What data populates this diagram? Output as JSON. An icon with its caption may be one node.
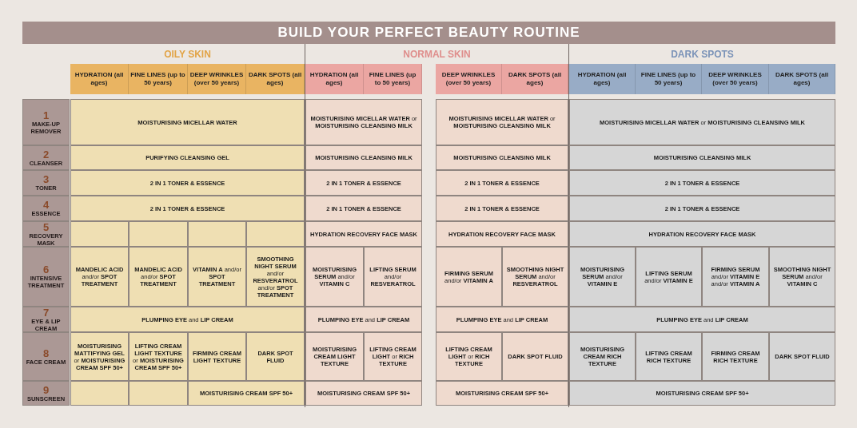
{
  "diagram": {
    "title": "BUILD YOUR PERFECT BEAUTY ROUTINE",
    "labels": [
      "OILY SKIN",
      "NORMAL SKIN",
      "DARK SPOTS",
      "HYDRATION (all ages)",
      "FINE LINES (up to 50 years)",
      "DEEP WRINKLES (over 50 years)",
      "DARK SPOTS (all ages)",
      "HYDRATION (all ages)",
      "FINE LINES (up to 50 years)",
      "DEEP WRINKLES (over 50 years)",
      "DARK SPOTS (all ages)",
      "HYDRATION (all ages)",
      "FINE LINES (up to 50 years)",
      "DEEP WRINKLES (over 50 years)",
      "DARK SPOTS (all ages)",
      "1",
      "MAKE-UP REMOVER",
      "MOISTURISING MICELLAR WATER",
      "**MOISTURISING MICELLAR WATER** or **MOISTURISING CLEANSING MILK**",
      "**MOISTURISING MICELLAR WATER** or **MOISTURISING CLEANSING MILK**",
      "**MOISTURISING MICELLAR WATER** or **MOISTURISING CLEANSING MILK**",
      "2",
      "CLEANSER",
      "PURIFYING CLEANSING GEL",
      "MOISTURISING CLEANSING MILK",
      "MOISTURISING CLEANSING MILK",
      "MOISTURISING CLEANSING MILK",
      "3",
      "TONER",
      "2 IN 1 TONER & ESSENCE",
      "2 IN 1 TONER & ESSENCE",
      "2 IN 1 TONER & ESSENCE",
      "2 IN 1 TONER & ESSENCE",
      "4",
      "ESSENCE",
      "2 IN 1 TONER & ESSENCE",
      "2 IN 1 TONER & ESSENCE",
      "2 IN 1 TONER & ESSENCE",
      "2 IN 1 TONER & ESSENCE",
      "5",
      "RECOVERY MASK",
      "HYDRATION RECOVERY FACE MASK",
      "HYDRATION RECOVERY FACE MASK",
      "HYDRATION RECOVERY FACE MASK",
      "6",
      "INTENSIVE TREATMENT",
      "**MANDELIC ACID** and/or **SPOT TREATMENT**",
      "**MANDELIC ACID** and/or **SPOT TREATMENT**",
      "**VITAMIN A** and/or **SPOT TREATMENT**",
      "**SMOOTHING NIGHT SERUM** and/or **RESVERATROL** and/or **SPOT TREATMENT**",
      "**MOISTURISING SERUM** and/or **VITAMIN C**",
      "**LIFTING SERUM** and/or **RESVERATROL**",
      "**FIRMING SERUM** and/or **VITAMIN A**",
      "**SMOOTHING NIGHT SERUM** and/or **RESVERATROL**",
      "**MOISTURISING SERUM** and/or **VITAMIN E**",
      "**LIFTING SERUM** and/or **VITAMIN E**",
      "**FIRMING SERUM** and/or **VITAMIN E** and/or **VITAMIN A**",
      "**SMOOTHING NIGHT SERUM** and/or **VITAMIN C**",
      "7",
      "EYE & LIP CREAM",
      "**PLUMPING EYE** and **LIP CREAM**",
      "**PLUMPING EYE** and **LIP CREAM**",
      "**PLUMPING EYE** and **LIP CREAM**",
      "**PLUMPING EYE** and **LIP CREAM**",
      "8",
      "FACE CREAM",
      "**MOISTURISING MATTIFYING GEL** or **MOISTURISING CREAM SPF 50+**",
      "**LIFTING CREAM LIGHT TEXTURE** or **MOISTURISING CREAM SPF 50+**",
      "FIRMING CREAM LIGHT TEXTURE",
      "DARK SPOT FLUID",
      "MOISTURISING CREAM LIGHT TEXTURE",
      "**LIFTING CREAM LIGHT** or **RICH TEXTURE**",
      "**LIFTING CREAM LIGHT** or **RICH TEXTURE**",
      "DARK SPOT FLUID",
      "MOISTURISING CREAM RICH TEXTURE",
      "LIFTING CREAM RICH TEXTURE",
      "FIRMING CREAM RICH TEXTURE",
      "DARK SPOT FLUID",
      "9",
      "SUNSCREEN",
      "MOISTURISING CREAM SPF 50+",
      "MOISTURISING CREAM SPF 50+",
      "MOISTURISING CREAM SPF 50+",
      "MOISTURISING CREAM SPF 50+"
    ]
  }
}
